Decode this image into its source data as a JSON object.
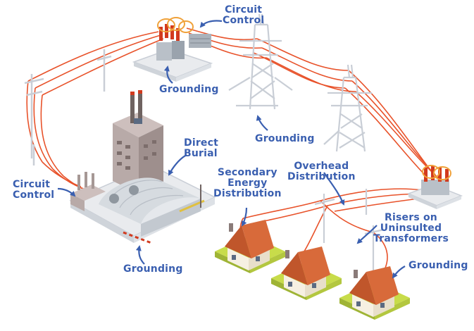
{
  "labels": {
    "circuit_control_top": [
      "Circuit",
      "Control"
    ],
    "grounding_top": "Grounding",
    "grounding_middle": "Grounding",
    "direct_burial": [
      "Direct",
      "Burial"
    ],
    "circuit_control_left": [
      "Circuit",
      "Control"
    ],
    "secondary_energy_distribution": [
      "Secondary",
      "Energy",
      "Distribution"
    ],
    "overhead_distribution": [
      "Overhead",
      "Distribution"
    ],
    "risers": [
      "Risers on",
      "Uninsulted",
      "Transformers"
    ],
    "grounding_bottom_left": "Grounding",
    "grounding_bottom_right": "Grounding"
  },
  "colors": {
    "label": "#3a5fb0",
    "power_line": "#e8522a",
    "tower": "#c9ced6",
    "roof": "#c0562b",
    "house_wall": "#f6f0e2",
    "lawn": "#c8dc4a",
    "factory": "#b8aaa8",
    "dome": "#dfe3e7",
    "platform": "#e9ebee"
  },
  "icons": [
    "arrow-icon",
    "transmission-tower-icon",
    "substation-icon",
    "house-icon",
    "power-plant-icon",
    "utility-pole-icon"
  ]
}
